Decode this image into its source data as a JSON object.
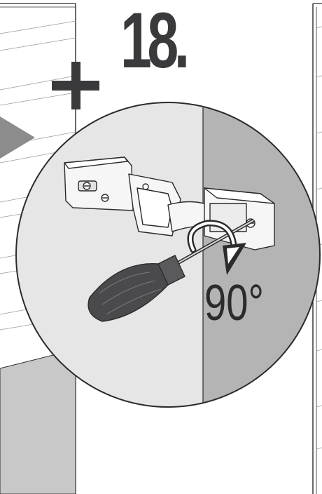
{
  "step": {
    "number": "18.",
    "operator": "+"
  },
  "rotation": {
    "angle_label": "90°",
    "direction": "clockwise"
  },
  "parts": {
    "tool": "screwdriver-icon",
    "hardware": "cabinet-hinge-icon"
  },
  "colors": {
    "ink": "#2b2b2d",
    "step_number": "#3a3a3c",
    "panel_light": "#e6e6e6",
    "panel_dark": "#b4b4b4",
    "door_gray": "#c8c8c8",
    "plank_gray": "#8c8c8c",
    "screwdriver_handle": "#4a4a4c"
  }
}
